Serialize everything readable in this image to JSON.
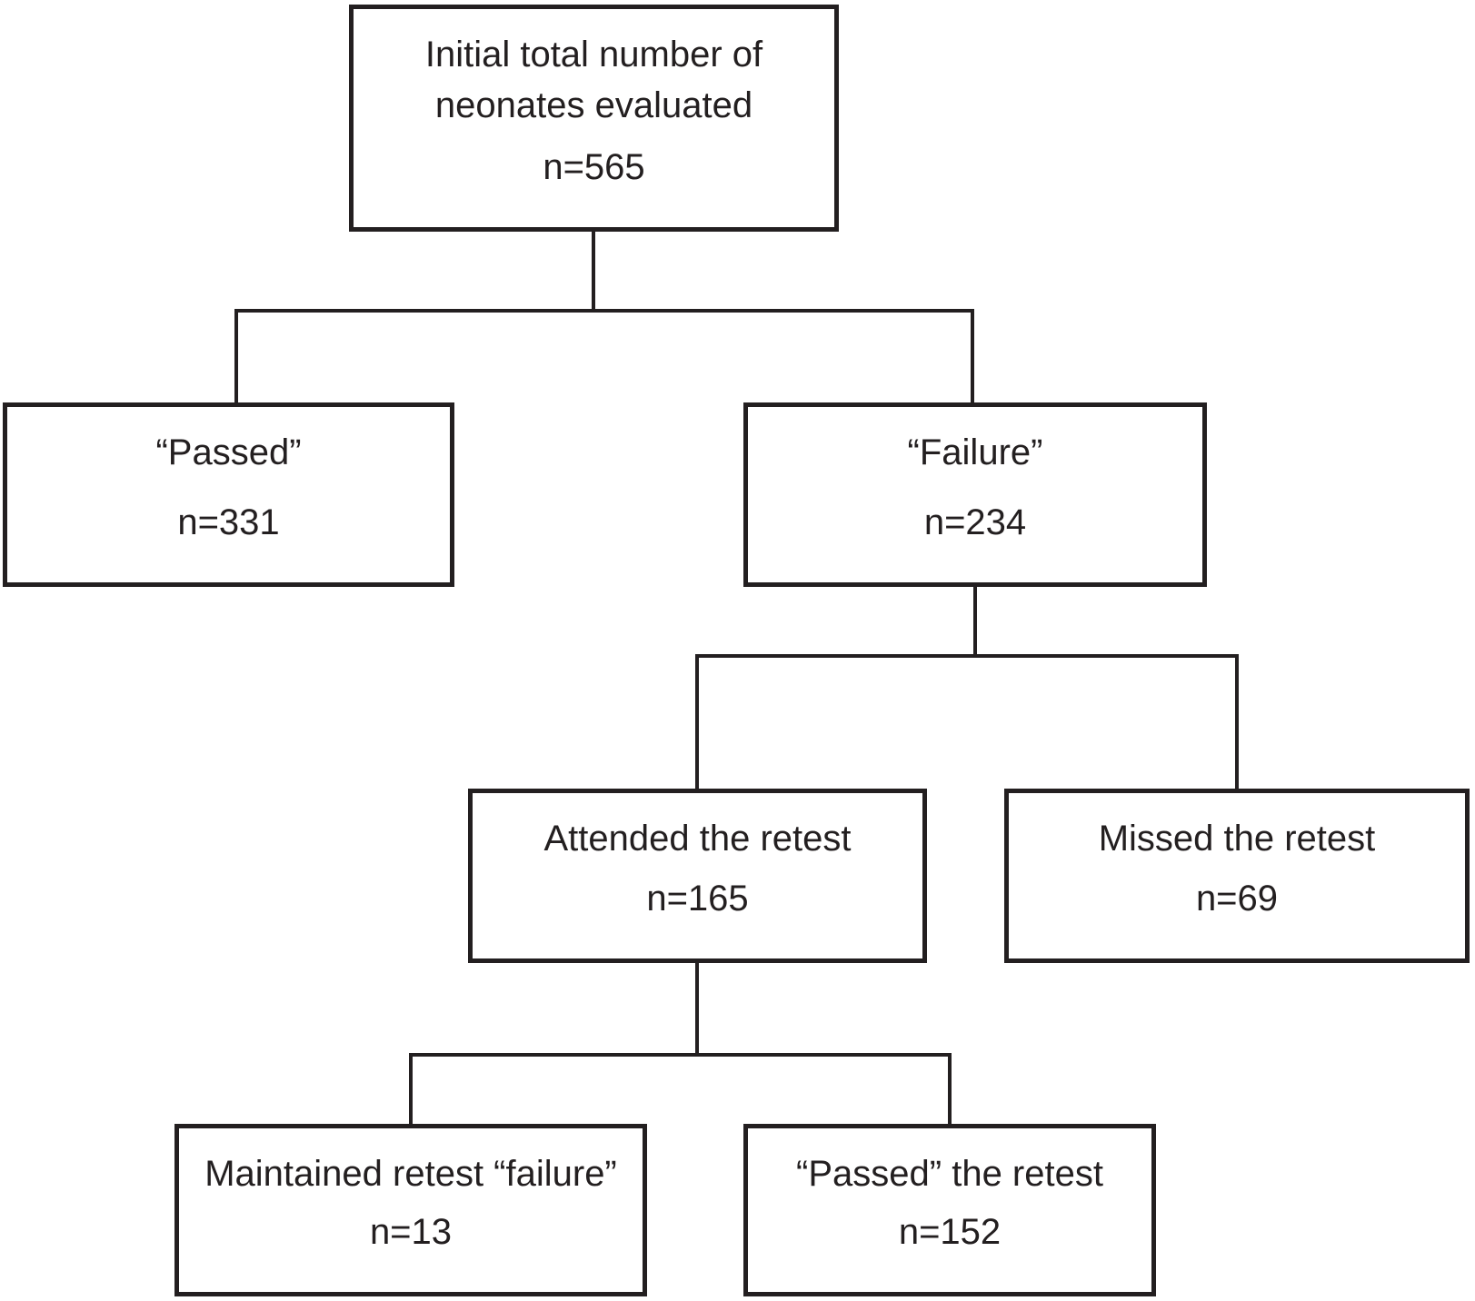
{
  "diagram": {
    "type": "flowchart",
    "nodes": {
      "root": {
        "label": "Initial total number of neonates evaluated",
        "count": "n=565"
      },
      "passed": {
        "label": "“Passed”",
        "count": "n=331"
      },
      "failure": {
        "label": "“Failure”",
        "count": "n=234"
      },
      "attended": {
        "label": "Attended the retest",
        "count": "n=165"
      },
      "missed": {
        "label": "Missed the retest",
        "count": "n=69"
      },
      "maintained_failure": {
        "label": "Maintained retest “failure”",
        "count": "n=13"
      },
      "passed_retest": {
        "label": "“Passed” the retest",
        "count": "n=152"
      }
    },
    "edges": [
      {
        "from": "root",
        "to": "passed"
      },
      {
        "from": "root",
        "to": "failure"
      },
      {
        "from": "failure",
        "to": "attended"
      },
      {
        "from": "failure",
        "to": "missed"
      },
      {
        "from": "attended",
        "to": "maintained_failure"
      },
      {
        "from": "attended",
        "to": "passed_retest"
      }
    ],
    "colors": {
      "line": "#231f20",
      "text": "#231f20",
      "background": "#ffffff"
    }
  }
}
